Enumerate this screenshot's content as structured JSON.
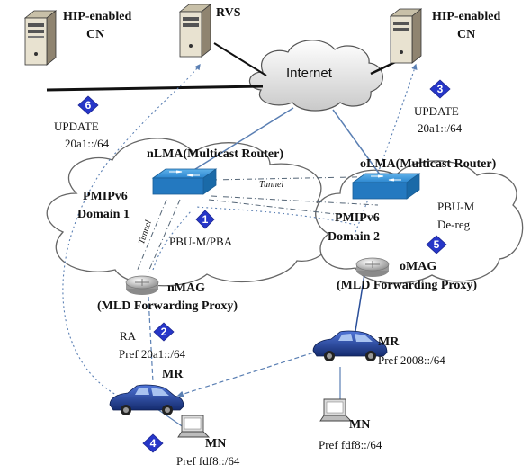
{
  "nodes": {
    "cn_left": {
      "label_line1": "HIP-enabled",
      "label_line2": "CN"
    },
    "rvs": {
      "label": "RVS"
    },
    "cn_right": {
      "label_line1": "HIP-enabled",
      "label_line2": "CN"
    },
    "internet": {
      "label": "Internet"
    },
    "nlma": {
      "label": "nLMA(Multicast Router)"
    },
    "olma": {
      "label": "oLMA(Multicast Router)"
    },
    "domain1": {
      "label_line1": "PMIPv6",
      "label_line2": "Domain 1"
    },
    "domain2": {
      "label_line1": "PMIPv6",
      "label_line2": "Domain 2"
    },
    "nmag": {
      "label": "nMAG",
      "sub": "(MLD Forwarding Proxy)"
    },
    "omag": {
      "label": "oMAG",
      "sub": "(MLD Forwarding Proxy)"
    },
    "mr_new": {
      "label": "MR"
    },
    "mr_old": {
      "label": "MR",
      "prefix": "Pref 2008::/64"
    },
    "mn_new": {
      "label": "MN",
      "prefix": "Pref fdf8::/64"
    },
    "mn_old": {
      "label": "MN",
      "prefix": "Pref fdf8::/64"
    }
  },
  "links": {
    "tunnel_horizontal": "Tunnel",
    "tunnel_vertical": "Tunnel"
  },
  "steps": [
    {
      "num": "1",
      "text": "PBU-M/PBA"
    },
    {
      "num": "2",
      "text_line1": "RA",
      "text_line2": "Pref 20a1::/64"
    },
    {
      "num": "3",
      "text_line1": "UPDATE",
      "text_line2": "20a1::/64"
    },
    {
      "num": "4"
    },
    {
      "num": "5",
      "text_line1": "PBU-M",
      "text_line2": "De-reg"
    },
    {
      "num": "6",
      "text_line1": "UPDATE",
      "text_line2": "20a1::/64"
    }
  ],
  "colors": {
    "step_diamond": "#2636c8",
    "switch": "#1f7fd0",
    "car": "#1d3f9a",
    "link_line": "#5a7fb3",
    "cloud_stroke": "#666666"
  }
}
